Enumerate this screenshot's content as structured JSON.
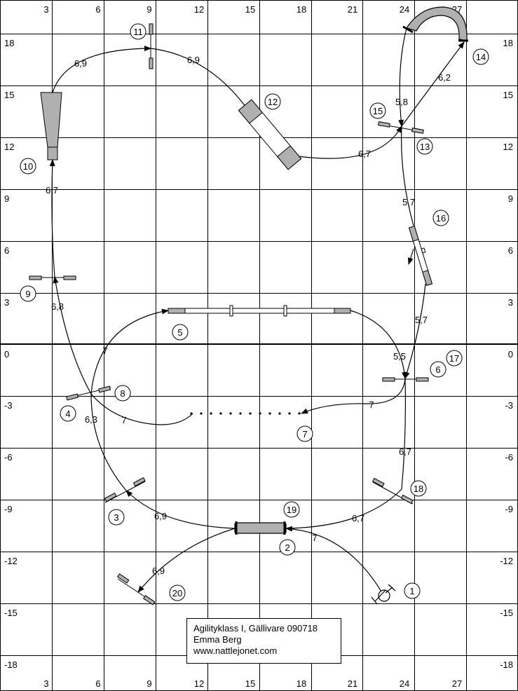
{
  "axis": {
    "x_top": [
      "3",
      "6",
      "9",
      "12",
      "15",
      "18",
      "21",
      "24",
      "27"
    ],
    "x_bottom": [
      "3",
      "6",
      "9",
      "12",
      "15",
      "18",
      "21",
      "24",
      "27"
    ],
    "y_left": [
      "18",
      "15",
      "12",
      "9",
      "6",
      "3",
      "0",
      "-3",
      "-6",
      "-9",
      "-12",
      "-15",
      "-18"
    ],
    "y_right": [
      "18",
      "15",
      "12",
      "9",
      "6",
      "3",
      "0",
      "-3",
      "-6",
      "-9",
      "-12",
      "-15",
      "-18"
    ]
  },
  "obstacles": [
    "1",
    "2",
    "3",
    "4",
    "5",
    "6",
    "7",
    "8",
    "9",
    "10",
    "11",
    "12",
    "13",
    "14",
    "15",
    "16",
    "17",
    "18",
    "19",
    "20"
  ],
  "distances": [
    "7",
    "6,7",
    "6,7",
    "6,9",
    "6,3",
    "7",
    "7",
    "7",
    "6,8",
    "6,7",
    "6,9",
    "6,9",
    "6,2",
    "5,8",
    "5,7",
    "5,7",
    "5,5",
    "7",
    "6,7",
    "6,9"
  ],
  "info": {
    "line1": "Agilityklass I, Gällivare 090718",
    "line2": "Emma Berg",
    "line3": "www.nattlejonet.com"
  },
  "colors": {
    "obstacle_fill": "#b0b0b0",
    "line": "#000000",
    "background": "#ffffff"
  }
}
